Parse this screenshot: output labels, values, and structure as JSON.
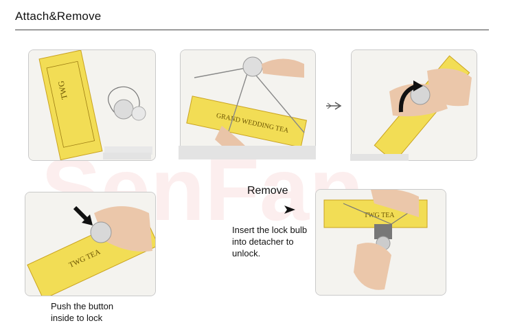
{
  "header": {
    "title": "Attach&Remove"
  },
  "section_remove": {
    "title": "Remove"
  },
  "captions": {
    "remove_instruction": "Insert the lock bulb into detacher to unlock.",
    "attach_instruction": "Push the button inside to lock"
  },
  "watermark": {
    "text": "SenFan"
  },
  "colors": {
    "box_yellow": "#f2dd55",
    "box_stripe": "#c9a21e",
    "rule": "#444444",
    "watermark": "#e05050"
  },
  "icons": [
    "arrow-right-icon",
    "rotate-arrow-icon",
    "push-arrow-icon",
    "triangle-arrow-icon"
  ]
}
